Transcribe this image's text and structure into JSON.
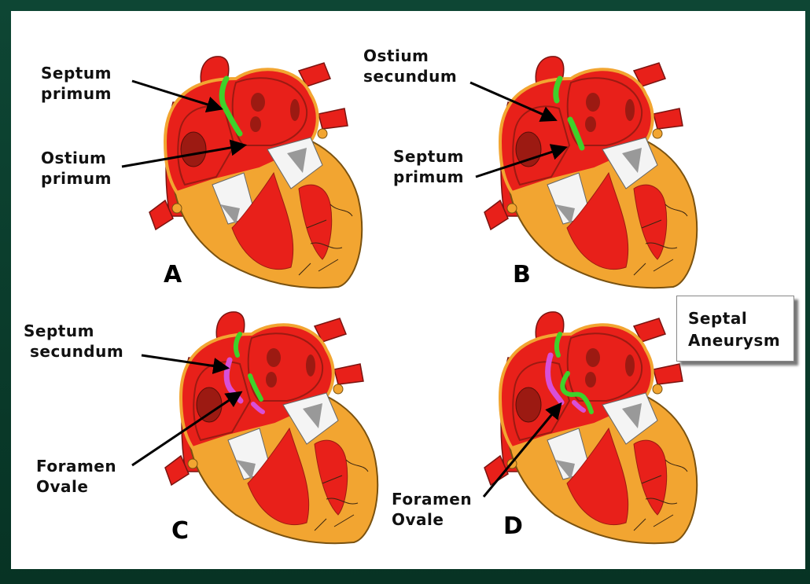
{
  "labels": {
    "a_septum_primum": [
      "Septum",
      "primum"
    ],
    "a_ostium_primum": [
      "Ostium",
      "primum"
    ],
    "b_ostium_secundum": [
      "Ostium",
      "secundum"
    ],
    "b_septum_primum": [
      "Septum",
      "primum"
    ],
    "c_septum_secundum": [
      "Septum",
      "secundum"
    ],
    "c_foramen_ovale": [
      "Foramen",
      "Ovale"
    ],
    "d_foramen_ovale": [
      "Foramen",
      "Ovale"
    ]
  },
  "panels": [
    "A",
    "B",
    "C",
    "D"
  ],
  "callout": [
    "Septal",
    "Aneurysm"
  ],
  "colors": {
    "background": "#0b3a2c",
    "heart_red": "#e8201a",
    "myocardium_orange": "#f2a531",
    "dark_red": "#9c1a12",
    "septum_primum_green": "#3fd12a",
    "septum_secundum_magenta": "#d84fd8",
    "valve_white": "#f4f4f4"
  }
}
